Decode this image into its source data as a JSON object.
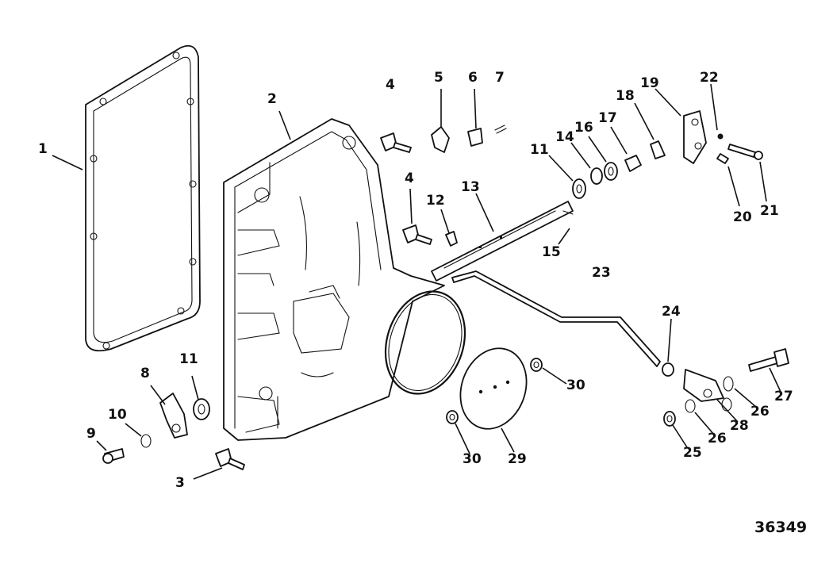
{
  "drawing_id": "36349",
  "callouts": [
    {
      "id": "1",
      "label": "1"
    },
    {
      "id": "2",
      "label": "2"
    },
    {
      "id": "3",
      "label": "3"
    },
    {
      "id": "4a",
      "label": "4"
    },
    {
      "id": "4b",
      "label": "4"
    },
    {
      "id": "5",
      "label": "5"
    },
    {
      "id": "6",
      "label": "6"
    },
    {
      "id": "7",
      "label": "7"
    },
    {
      "id": "8",
      "label": "8"
    },
    {
      "id": "9",
      "label": "9"
    },
    {
      "id": "10",
      "label": "10"
    },
    {
      "id": "11a",
      "label": "11"
    },
    {
      "id": "11b",
      "label": "11"
    },
    {
      "id": "12",
      "label": "12"
    },
    {
      "id": "13",
      "label": "13"
    },
    {
      "id": "14",
      "label": "14"
    },
    {
      "id": "15",
      "label": "15"
    },
    {
      "id": "16",
      "label": "16"
    },
    {
      "id": "17",
      "label": "17"
    },
    {
      "id": "18",
      "label": "18"
    },
    {
      "id": "19",
      "label": "19"
    },
    {
      "id": "20",
      "label": "20"
    },
    {
      "id": "21",
      "label": "21"
    },
    {
      "id": "22",
      "label": "22"
    },
    {
      "id": "23",
      "label": "23"
    },
    {
      "id": "24",
      "label": "24"
    },
    {
      "id": "25",
      "label": "25"
    },
    {
      "id": "26a",
      "label": "26"
    },
    {
      "id": "26b",
      "label": "26"
    },
    {
      "id": "27",
      "label": "27"
    },
    {
      "id": "28",
      "label": "28"
    },
    {
      "id": "29",
      "label": "29"
    },
    {
      "id": "30a",
      "label": "30"
    },
    {
      "id": "30b",
      "label": "30"
    }
  ]
}
